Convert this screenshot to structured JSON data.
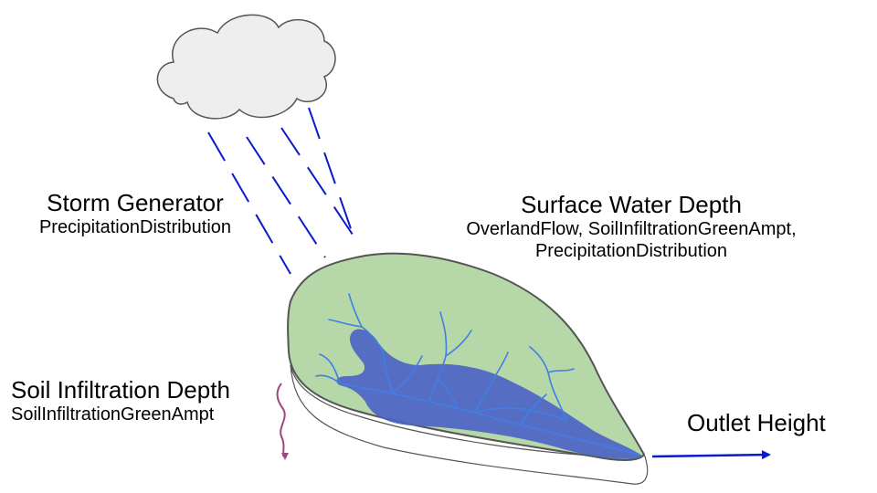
{
  "labels": {
    "storm": {
      "title": "Storm Generator",
      "sub": "PrecipitationDistribution"
    },
    "surface": {
      "title": "Surface Water Depth",
      "sub_line1": "OverlandFlow, SoilInfiltrationGreenAmpt,",
      "sub_line2": "PrecipitationDistribution"
    },
    "soil": {
      "title": "Soil Infiltration Depth",
      "sub": "SoilInfiltrationGreenAmpt"
    },
    "outlet": {
      "title": "Outlet Height"
    }
  },
  "colors": {
    "cloud_fill": "#eeeeee",
    "cloud_stroke": "#555555",
    "rain": "#0a1acc",
    "land_fill": "#b6d7a8",
    "land_stroke": "#555555",
    "water_fill": "#4a62c4",
    "streams": "#3f7fe6",
    "infiltration_arrow": "#a0467d",
    "outlet_arrow": "#0a1acc"
  }
}
